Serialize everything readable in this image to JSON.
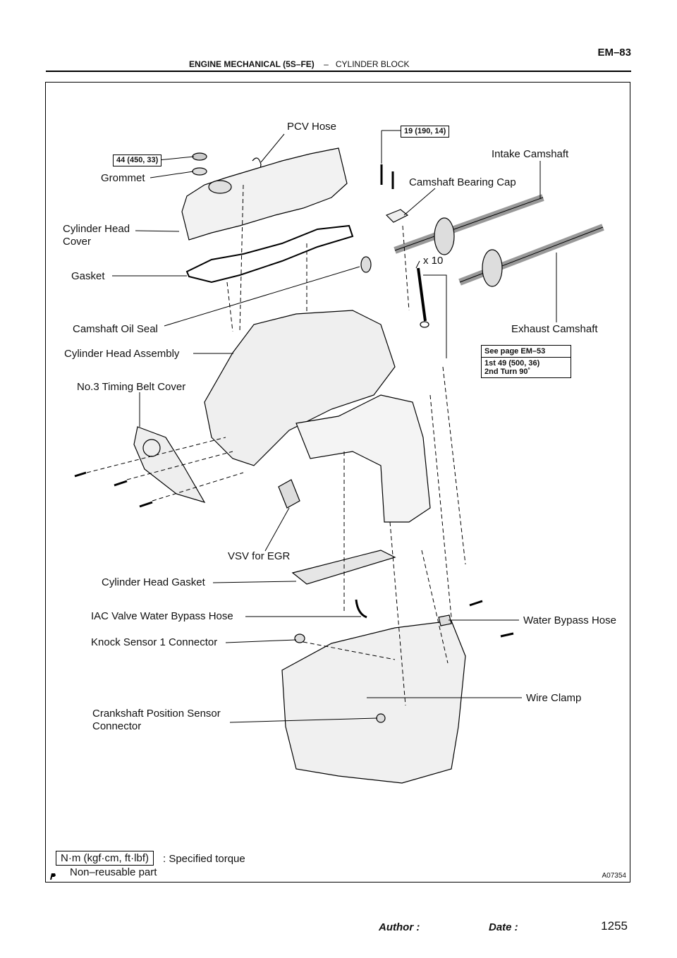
{
  "header": {
    "section": "ENGINE MECHANICAL (5S–FE)",
    "separator": "–",
    "subsection": "CYLINDER BLOCK",
    "page_code": "EM–83"
  },
  "labels": {
    "pcv_hose": "PCV Hose",
    "intake_camshaft": "Intake Camshaft",
    "grommet": "Grommet",
    "camshaft_bearing_cap": "Camshaft Bearing Cap",
    "cylinder_head_cover_1": "Cylinder Head",
    "cylinder_head_cover_2": "Cover",
    "x10": "x 10",
    "gasket": "Gasket",
    "camshaft_oil_seal": "Camshaft Oil Seal",
    "exhaust_camshaft": "Exhaust Camshaft",
    "cylinder_head_assembly": "Cylinder Head Assembly",
    "no3_timing_belt_cover": "No.3 Timing Belt Cover",
    "vsv_for_egr": "VSV for EGR",
    "cylinder_head_gasket": "Cylinder Head Gasket",
    "iac_valve_water_bypass_hose": "IAC Valve Water Bypass Hose",
    "water_bypass_hose": "Water Bypass Hose",
    "knock_sensor_1_connector": "Knock Sensor 1 Connector",
    "wire_clamp": "Wire Clamp",
    "crankshaft_position_sensor_1": "Crankshaft Position Sensor",
    "crankshaft_position_sensor_2": "Connector"
  },
  "torques": {
    "grommet_torque": "44 (450, 33)",
    "bearing_cap_torque": "19 (190, 14)",
    "head_bolt_ref": "See page EM–53",
    "head_bolt_step1": "1st 49 (500, 36)",
    "head_bolt_step2": "2nd Turn 90˚"
  },
  "legend": {
    "torque_unit": "N·m (kgf·cm, ft·lbf)",
    "torque_desc": ": Specified torque",
    "non_reusable": "Non–reusable part"
  },
  "figure_id": "A07354",
  "footer": {
    "author": "Author :",
    "date": "Date :",
    "page_number": "1255"
  }
}
